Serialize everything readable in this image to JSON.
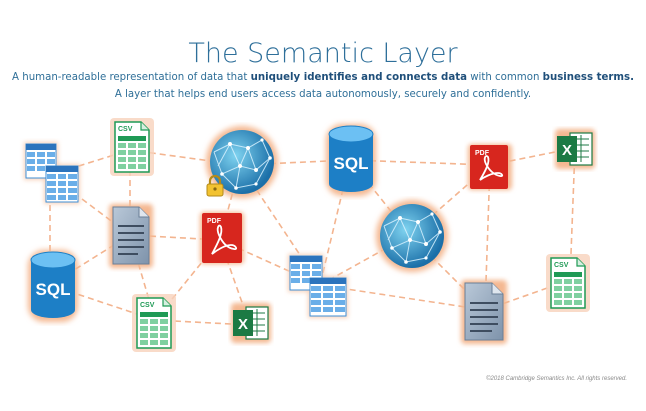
{
  "header": {
    "title": "The Semantic Layer",
    "subtitle_line1": {
      "part1": "A human-readable representation of data that ",
      "bold1": "uniquely identifies and connects data",
      "part2": " with common ",
      "bold2": "business terms."
    },
    "subtitle_line2": "A layer that helps end users access data autonomously, securely and confidently."
  },
  "nodes": {
    "sql_label": "SQL",
    "csv_label": "CSV",
    "pdf_label": "PDF",
    "excel_letter": "X"
  },
  "colors": {
    "connector": "#f3b48f",
    "glow": "#f7d2bb",
    "sql_blue": "#1d7fc6",
    "csv_green": "#1f9a55",
    "pdf_red": "#d7261e",
    "excel_green": "#1c7a44",
    "grid_blue": "#3f8fd6",
    "title_blue": "#2e6f9a"
  },
  "footer": {
    "copyright": "©2018 Cambridge Semantics Inc. All rights reserved."
  }
}
